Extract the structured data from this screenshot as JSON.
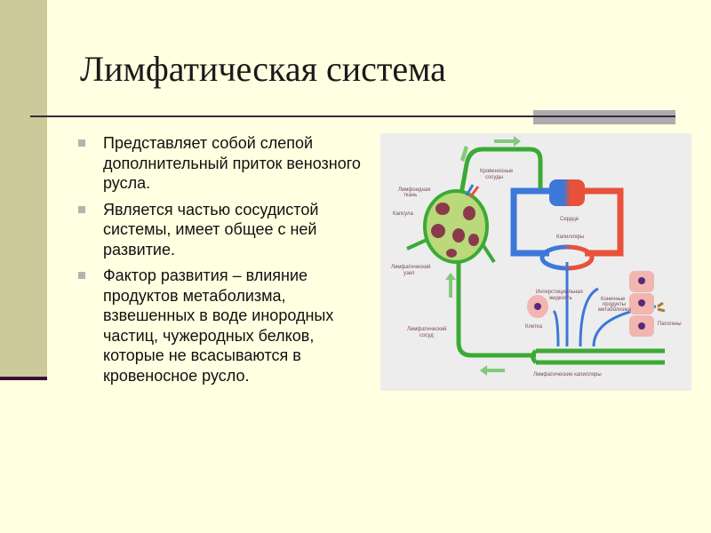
{
  "title": "Лимфатическая система",
  "bullets": [
    "Представляет собой слепой дополнительный приток венозного русла.",
    "Является частью сосудистой системы, имеет общее с ней развитие.",
    "Фактор развития – влияние продуктов метаболизма, взвешенных в воде инородных частиц, чужеродных белков, которые не всасываются в кровеносное русло."
  ],
  "diagram": {
    "labels": {
      "blood_vessels_1": "Кровеносные",
      "blood_vessels_2": "сосуды",
      "lymphoid_tissue_1": "Лимфоидная",
      "lymphoid_tissue_2": "ткань",
      "capsule": "Капсула",
      "heart": "Сердце",
      "capillaries": "Капилляры",
      "lymph_node_1": "Лимфатический",
      "lymph_node_2": "узел",
      "interstitial_1": "Интерстициальная",
      "interstitial_2": "жидкость",
      "metabolism_1": "Конечные",
      "metabolism_2": "продукты",
      "metabolism_3": "метаболизма",
      "cell": "Клетка",
      "pathogens": "Патогены",
      "lymph_vessel_1": "Лимфатический",
      "lymph_vessel_2": "сосуд",
      "lymph_capillaries": "Лимфатические капилляры"
    }
  },
  "colors": {
    "background": "#FFFFE1",
    "sidebar": "#CCC99A",
    "accent_line": "#3A0E3A",
    "lymph": "#3BAA35",
    "vein": "#3C78D8",
    "artery": "#E8513A"
  }
}
